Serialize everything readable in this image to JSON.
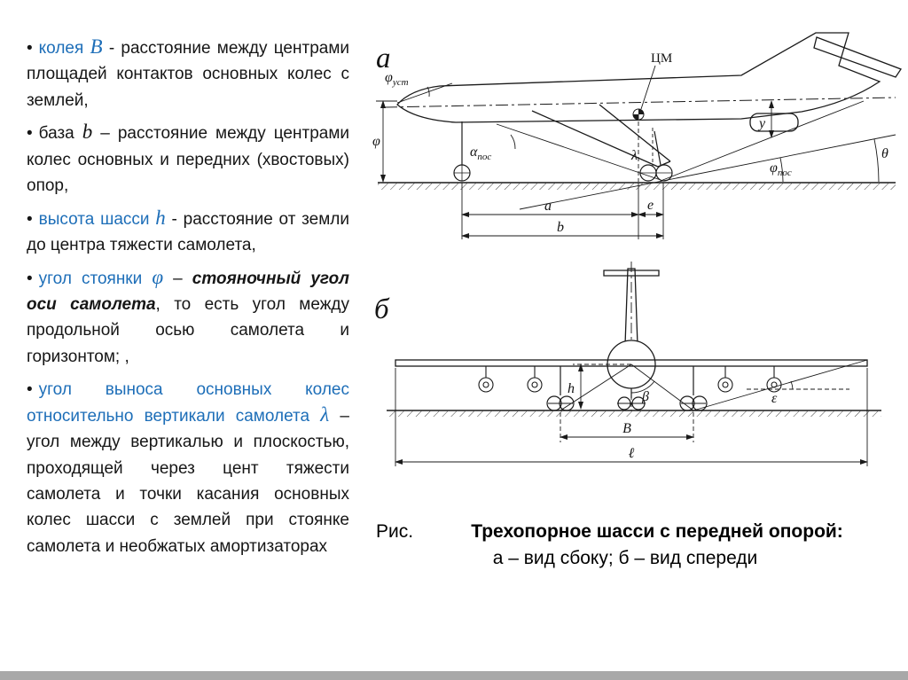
{
  "colors": {
    "accent_blue": "#1d6eb8",
    "ink": "#141414",
    "footer_gray": "#a8a8a8"
  },
  "bullets": {
    "marker": "•",
    "b1": {
      "term": "колея ",
      "symbol": "В",
      "text": " - расстояние между центрами площадей контактов основных колес с землей,"
    },
    "b2": {
      "term": "база ",
      "symbol": "b",
      "text": " – расстояние между центрами колес основных и передних (хвостовых) опор,"
    },
    "b3": {
      "term": "высота шасси ",
      "symbol": "h",
      "text": " - расстояние от земли до центра тяжести самолета,"
    },
    "b4": {
      "term": "угол стоянки ",
      "symbol": "φ",
      "dash": " – ",
      "emph": "стояночный угол оси самолета",
      "text": ", то есть угол между продольной осью самолета и горизонтом; ,"
    },
    "b5": {
      "term": "угол выноса основных колес относительно вертикали самолета ",
      "symbol": "λ",
      "text": " – угол между вертикалью и плоскостью, проходящей через цент тяжести самолета и точки касания основных колес шасси с землей при стоянке самолета и необжатых амортизаторах"
    }
  },
  "side_view": {
    "label": "а",
    "cm_label": "ЦМ",
    "phi_ust": {
      "base": "φ",
      "sub": "уст"
    },
    "phi": "φ",
    "alpha_pos": {
      "base": "α",
      "sub": "пос"
    },
    "lambda": "λ",
    "y_label": "у",
    "phi_pos": {
      "base": "φ",
      "sub": "пос"
    },
    "theta": "θ",
    "dim_a": "а",
    "dim_e": "е",
    "dim_b": "b"
  },
  "front_view": {
    "label": "б",
    "h": "h",
    "beta": "β",
    "epsilon": "ε",
    "dim_B": "В",
    "dim_l": "ℓ"
  },
  "caption": {
    "prefix": "Рис.",
    "title": "Трехопорное шасси с передней опорой:",
    "subtitle": "а – вид сбоку; б – вид спереди"
  }
}
